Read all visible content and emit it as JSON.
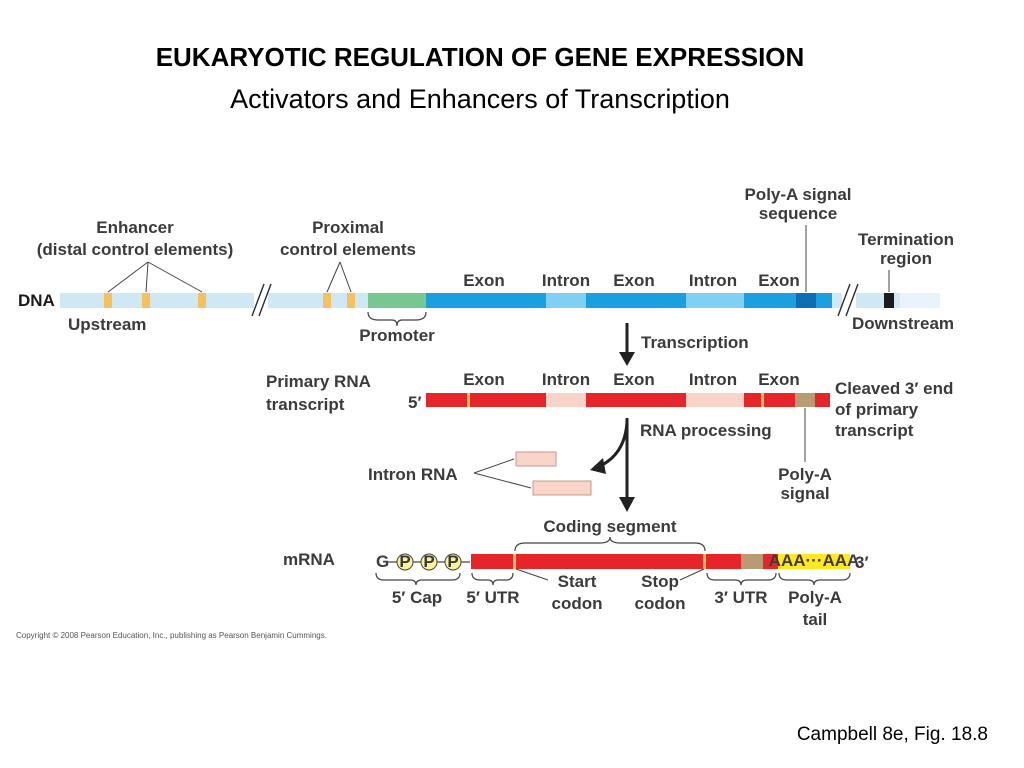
{
  "title": "EUKARYOTIC REGULATION OF GENE EXPRESSION",
  "subtitle": "Activators and Enhancers of Transcription",
  "credit": "Campbell 8e, Fig. 18.8",
  "copyright": "Copyright © 2008 Pearson Education, Inc., publishing as Pearson Benjamin Cummings.",
  "colors": {
    "dna_light": "#cfe8f5",
    "exon_blue": "#1aa0e0",
    "intron_blue": "#7fd0f2",
    "promoter": "#78c690",
    "control_element": "#f6c15c",
    "rna_red": "#e6252b",
    "intron_rna": "#f9d4c8",
    "polya_signal": "#b89a74",
    "polya_tail": "#ffe820",
    "cap_circle": "#fbf39c"
  },
  "dna": {
    "label": "DNA",
    "upstream": "Upstream",
    "downstream": "Downstream",
    "enhancer": [
      "Enhancer",
      "(distal control elements)"
    ],
    "proximal": [
      "Proximal",
      "control elements"
    ],
    "promoter": "Promoter",
    "segments": [
      "Exon",
      "Intron",
      "Exon",
      "Intron",
      "Exon"
    ],
    "polya_signal_seq": [
      "Poly-A signal",
      "sequence"
    ],
    "termination": [
      "Termination",
      "region"
    ]
  },
  "transcription": "Transcription",
  "primary": {
    "label": [
      "Primary RNA",
      "transcript"
    ],
    "five_prime": "5′",
    "segments": [
      "Exon",
      "Intron",
      "Exon",
      "Intron",
      "Exon"
    ],
    "cleaved": [
      "Cleaved 3′ end",
      "of primary",
      "transcript"
    ]
  },
  "rna_processing": "RNA processing",
  "intron_rna": "Intron RNA",
  "polya_signal": [
    "Poly-A",
    "signal"
  ],
  "coding_segment": "Coding segment",
  "mrna": {
    "label": "mRNA",
    "g": "G",
    "p": "P",
    "aaa": "AAA···AAA",
    "three_prime": "3′",
    "five_cap": "5′ Cap",
    "five_utr": "5′ UTR",
    "start": [
      "Start",
      "codon"
    ],
    "stop": [
      "Stop",
      "codon"
    ],
    "three_utr": "3′ UTR",
    "polya_tail": [
      "Poly-A",
      "tail"
    ]
  }
}
